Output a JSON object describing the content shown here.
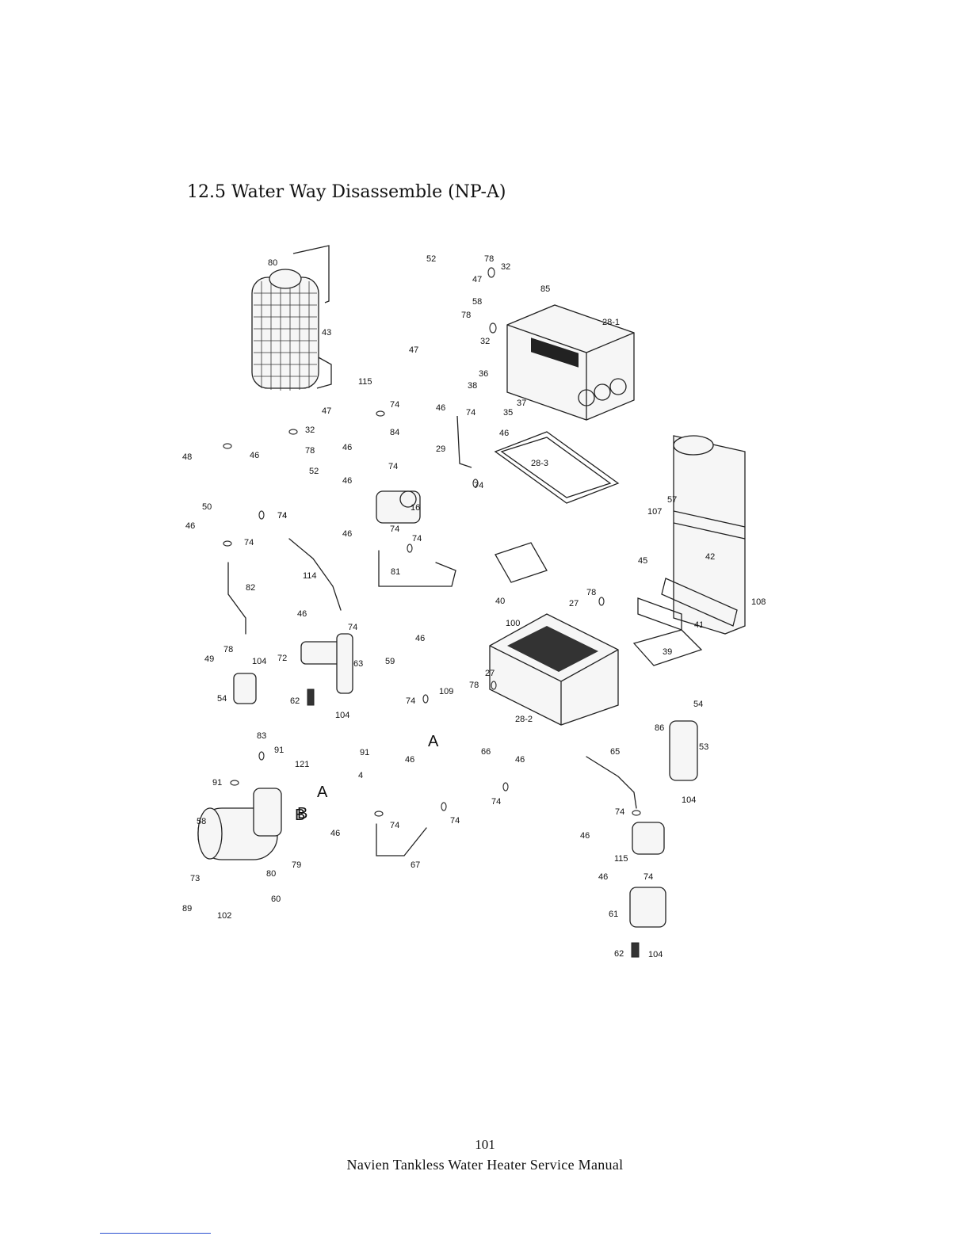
{
  "title": "12.5 Water Way Disassemble (NP-A)",
  "page_number": "101",
  "footer": "Navien Tankless Water Heater Service Manual",
  "diagram": {
    "labels": [
      "80",
      "43",
      "47",
      "52",
      "78",
      "32",
      "47",
      "85",
      "58",
      "78",
      "32",
      "28-1",
      "47",
      "115",
      "74",
      "84",
      "36",
      "38",
      "37",
      "46",
      "74",
      "35",
      "46",
      "32",
      "78",
      "52",
      "74",
      "48",
      "46",
      "50",
      "74",
      "46",
      "74",
      "46",
      "74",
      "46",
      "16",
      "29",
      "74",
      "28-3",
      "46",
      "74",
      "74",
      "57",
      "107",
      "42",
      "45",
      "108",
      "41",
      "82",
      "114",
      "81",
      "40",
      "78",
      "27",
      "100",
      "39",
      "46",
      "74",
      "49",
      "78",
      "104",
      "72",
      "63",
      "59",
      "46",
      "54",
      "62",
      "104",
      "27",
      "78",
      "109",
      "74",
      "28-2",
      "54",
      "86",
      "53",
      "104",
      "83",
      "91",
      "121",
      "91",
      "A",
      "B",
      "91",
      "4",
      "46",
      "66",
      "46",
      "74",
      "65",
      "74",
      "58",
      "46",
      "74",
      "74",
      "46",
      "115",
      "79",
      "73",
      "80",
      "67",
      "46",
      "74",
      "60",
      "89",
      "102",
      "61",
      "62",
      "104",
      "A",
      "B"
    ]
  }
}
